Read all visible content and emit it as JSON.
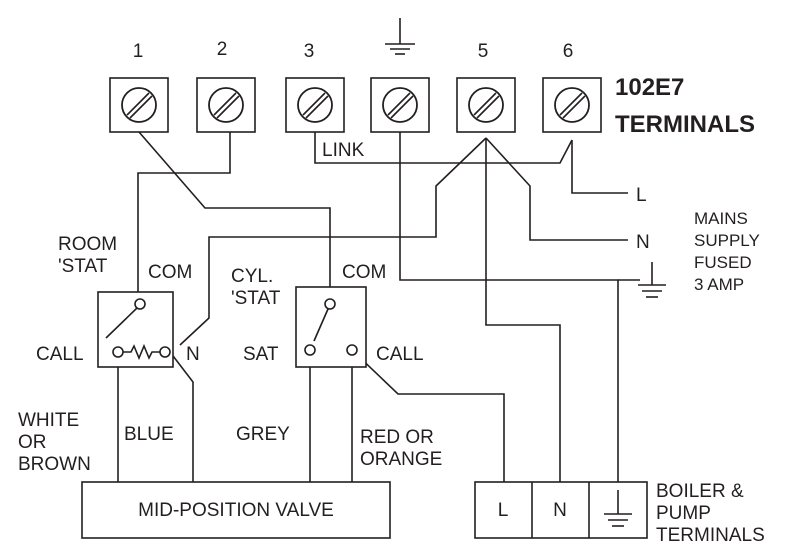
{
  "terminals": {
    "title_line1": "102E7",
    "title_line2": "TERMINALS",
    "numbers": [
      "1",
      "2",
      "3",
      "5",
      "6"
    ],
    "link_label": "LINK"
  },
  "mains": {
    "L": "L",
    "N": "N",
    "text": [
      "MAINS",
      "SUPPLY",
      "FUSED",
      "3 AMP"
    ]
  },
  "room_stat": {
    "title_line1": "ROOM",
    "title_line2": "'STAT",
    "com": "COM",
    "call": "CALL",
    "n": "N"
  },
  "cyl_stat": {
    "title_line1": "CYL.",
    "title_line2": "'STAT",
    "com": "COM",
    "sat": "SAT",
    "call": "CALL"
  },
  "wires": {
    "white_brown": [
      "WHITE",
      "OR",
      "BROWN"
    ],
    "blue": "BLUE",
    "grey": "GREY",
    "red_orange": [
      "RED OR",
      "ORANGE"
    ]
  },
  "valve": {
    "label": "MID-POSITION VALVE"
  },
  "boiler": {
    "L": "L",
    "N": "N",
    "text": [
      "BOILER &",
      "PUMP",
      "TERMINALS"
    ]
  }
}
